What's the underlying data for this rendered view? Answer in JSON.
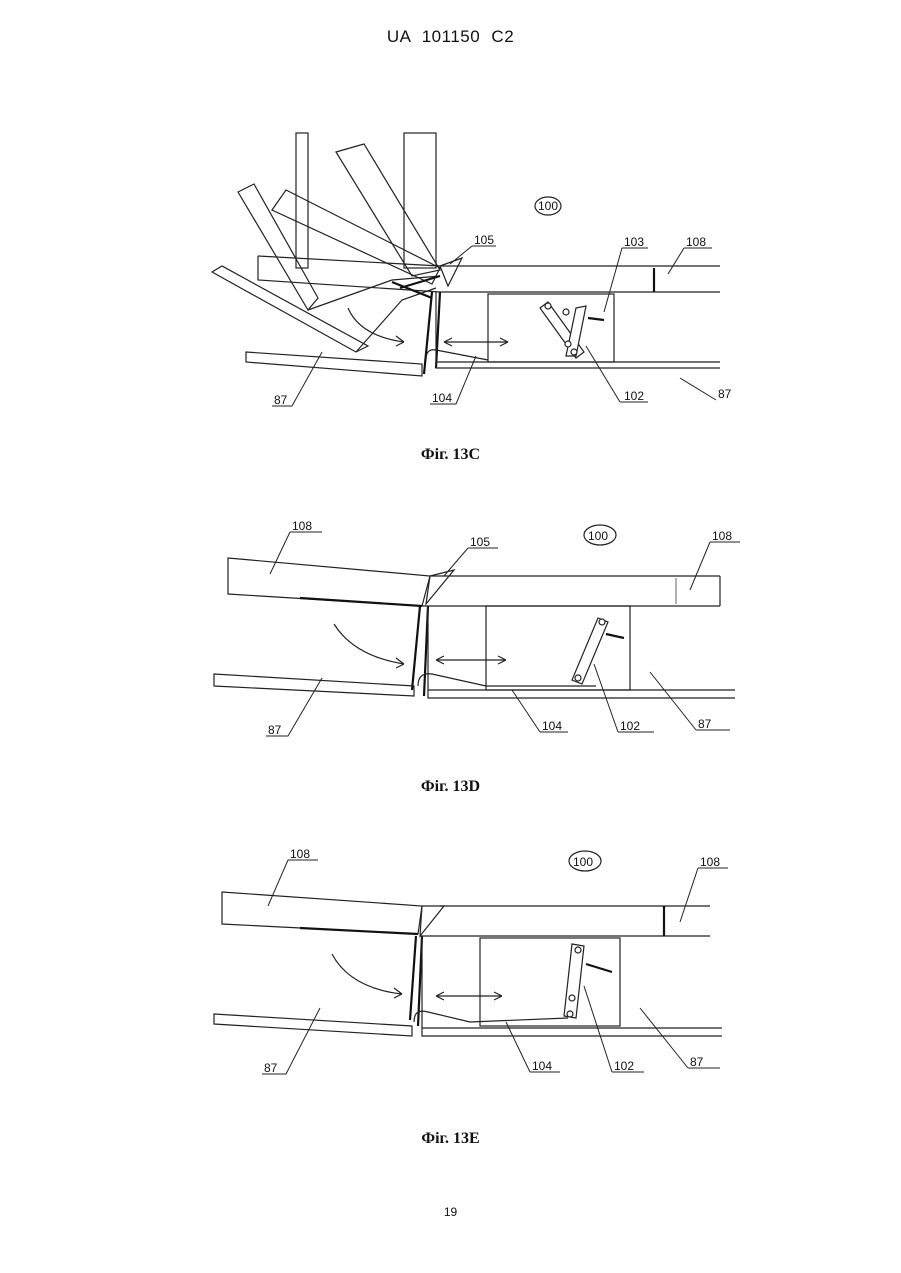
{
  "header": {
    "patent_number": "UA   101150   C2"
  },
  "figures": [
    {
      "caption": "Фіг. 13С",
      "labels": {
        "l100": "100",
        "l105": "105",
        "l103": "103",
        "l108": "108",
        "l87a": "87",
        "l104": "104",
        "l102": "102",
        "l87b": "87"
      }
    },
    {
      "caption": "Фіг. 13D",
      "labels": {
        "l108a": "108",
        "l105": "105",
        "l100": "100",
        "l108b": "108",
        "l87a": "87",
        "l104": "104",
        "l102": "102",
        "l87b": "87"
      }
    },
    {
      "caption": "Фіг. 13Е",
      "labels": {
        "l108a": "108",
        "l100": "100",
        "l108b": "108",
        "l87a": "87",
        "l104": "104",
        "l102": "102",
        "l87b": "87"
      }
    }
  ],
  "footer": {
    "page_number": "19"
  }
}
